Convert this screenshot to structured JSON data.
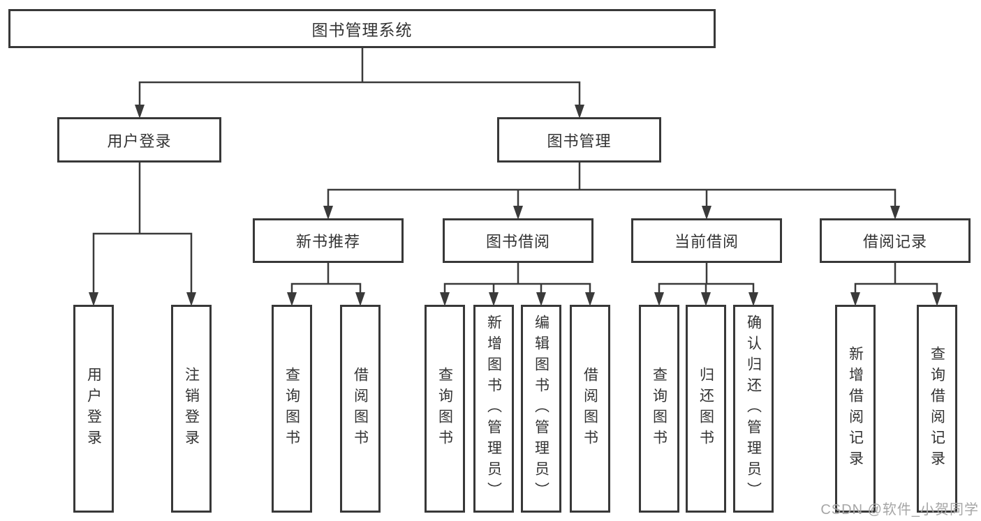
{
  "nodes": {
    "root": "图书管理系统",
    "user_login": "用户登录",
    "book_management": "图书管理",
    "new_book_recommend": "新书推荐",
    "book_borrow": "图书借阅",
    "current_borrow": "当前借阅",
    "borrow_record": "借阅记录",
    "leaves": [
      "用户登录",
      "注销登录",
      "查询图书",
      "借阅图书",
      "查询图书",
      "新增图书（管理员）",
      "编辑图书（管理员）",
      "借阅图书",
      "查询图书",
      "归还图书",
      "确认归还（管理员）",
      "新增借阅记录",
      "查询借阅记录"
    ]
  },
  "watermark": "CSDN @软件_小贺同学",
  "colors": {
    "line": "#3a3a3a",
    "box_border": "#383838",
    "text": "#333333",
    "watermark": "#a6a6a6",
    "background": "#ffffff"
  }
}
